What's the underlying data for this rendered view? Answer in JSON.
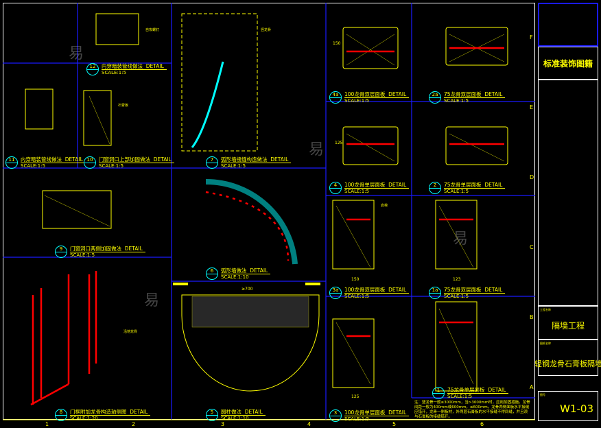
{
  "details": [
    {
      "num": "12",
      "name": "内穿暗装管线做法",
      "tag": "DETAIL",
      "scale": "SCALE:1:5"
    },
    {
      "num": "11",
      "name": "内穿暗装管线做法",
      "tag": "DETAIL",
      "scale": "SCALE:1:5"
    },
    {
      "num": "10",
      "name": "门窗洞口上部加固做法",
      "tag": "DETAIL",
      "scale": "SCALE:1:5"
    },
    {
      "num": "7",
      "name": "弧形墙接缝构造做法",
      "tag": "DETAIL",
      "scale": "SCALE:1:5"
    },
    {
      "num": "9",
      "name": "门窗洞口两侧加固做法",
      "tag": "DETAIL",
      "scale": "SCALE:1:5"
    },
    {
      "num": "6",
      "name": "弧形墙做法",
      "tag": "DETAIL",
      "scale": "SCALE:1:10"
    },
    {
      "num": "8",
      "name": "门框附加龙骨构造轴侧图",
      "tag": "DETAIL",
      "scale": "SCALE:1:20"
    },
    {
      "num": "5",
      "name": "圆柱做法",
      "tag": "DETAIL",
      "scale": "SCALE:1:10"
    },
    {
      "num": "4a",
      "name": "100龙骨双层面板",
      "tag": "DETAIL",
      "scale": "SCALE:1:5"
    },
    {
      "num": "2a",
      "name": "75龙骨双层面板",
      "tag": "DETAIL",
      "scale": "SCALE:1:5"
    },
    {
      "num": "4",
      "name": "100龙骨单层面板",
      "tag": "DETAIL",
      "scale": "SCALE:1:5"
    },
    {
      "num": "2",
      "name": "75龙骨单层面板",
      "tag": "DETAIL",
      "scale": "SCALE:1:5"
    },
    {
      "num": "3a",
      "name": "100龙骨双层面板",
      "tag": "DETAIL",
      "scale": "SCALE:1:5"
    },
    {
      "num": "1a",
      "name": "75龙骨双层面板",
      "tag": "DETAIL",
      "scale": "SCALE:1:5"
    },
    {
      "num": "3",
      "name": "100龙骨单层面板",
      "tag": "DETAIL",
      "scale": "SCALE:1:5"
    },
    {
      "num": "1",
      "name": "75龙骨单层面板",
      "tag": "DETAIL",
      "scale": "SCALE:1:5"
    }
  ],
  "dims": {
    "d1": "150",
    "d2": "125",
    "d3": "150",
    "d4": "123",
    "d5": "125",
    "d6": "≥700"
  },
  "labels": {
    "l1": "石膏板",
    "l2": "岩棉",
    "l3": "竖龙骨",
    "l4": "自攻螺钉",
    "l5": "沿地龙骨"
  },
  "note": "注：竖龙骨一般≤3000mm，当>3000mm时，应用加固措施。龙骨间距一般为400mm或600mm，≤600mm。龙骨两侧面板水平接缝应错开，龙骨一侧板材，外两层石膏板的水平接缝不得同缝，并且须与石膏板的接缝错开。",
  "axis": {
    "cols": [
      "1",
      "2",
      "3",
      "4",
      "5",
      "6"
    ],
    "rows": [
      "F",
      "E",
      "D",
      "C",
      "B",
      "A"
    ]
  },
  "titleblock": {
    "company": "标准装饰图籍",
    "project_label": "工程名称",
    "project": "隔墙工程",
    "drawing_label": "图纸名称",
    "drawing": "轻钢龙骨石膏板隔墙",
    "no_label": "图号",
    "no": "W1-03"
  },
  "watermark": "易"
}
